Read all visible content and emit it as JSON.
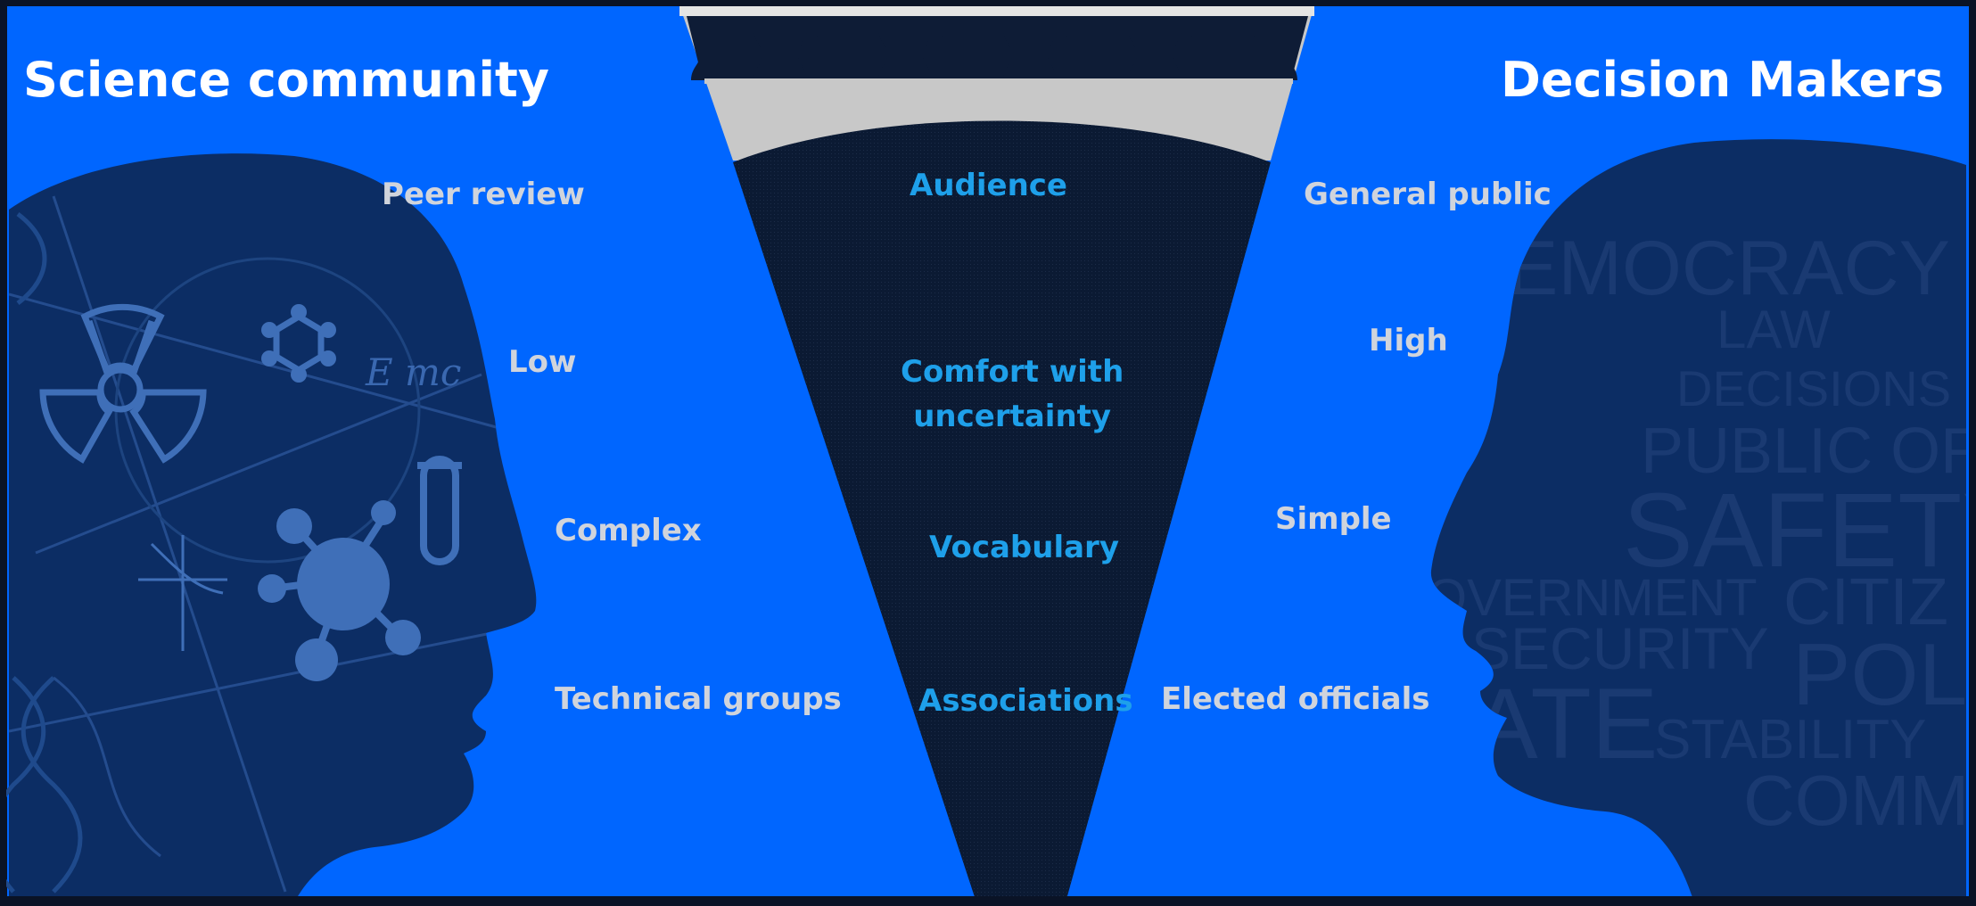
{
  "titles": {
    "left": "Science community",
    "right": "Decision Makers"
  },
  "left_labels": [
    "Peer review",
    "Low",
    "Complex",
    "Technical groups"
  ],
  "center_labels": {
    "audience": "Audience",
    "comfort_line1": "Comfort with",
    "comfort_line2": "uncertainty",
    "vocabulary": "Vocabulary",
    "associations": "Associations"
  },
  "right_labels": [
    "General public",
    "High",
    "Simple",
    "Elected officials"
  ],
  "watermark_words": [
    "EMOCRACY",
    "LAW",
    "DECISIONS",
    "PUBLIC OF",
    "SAFETY",
    "OVERNMENT",
    "CITIZ",
    "SECURITY",
    "ATE",
    "POL",
    "STABILITY",
    "COMM"
  ],
  "science_formula": "E  mc",
  "colors": {
    "background_blue": "#0066ff",
    "funnel_dark": "#0b1a33",
    "head_silhouette": "#0c2d64",
    "title_text": "#ffffff",
    "label_text": "#d0d4dc",
    "center_text": "#1ea0ea",
    "frame_grey": "#c8c8c8"
  },
  "icons": [
    "radiation-icon",
    "molecule-icon",
    "test-tube-icon",
    "atom-network-icon",
    "graph-axes-icon",
    "dna-icon",
    "audience-heads-icon"
  ]
}
